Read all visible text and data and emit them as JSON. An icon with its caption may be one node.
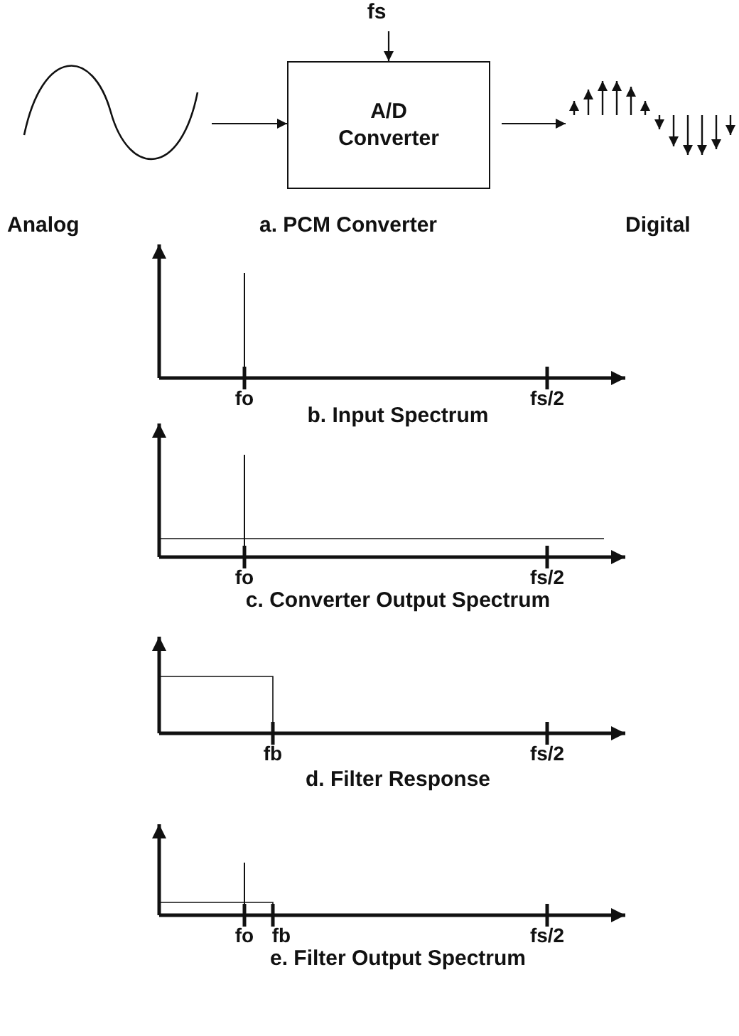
{
  "diagram": {
    "nodes": [
      {
        "text": [],
        "shape": "picture",
        "beside": [
          "Analog"
        ]
      },
      {
        "text": [
          "fs"
        ]
      },
      {
        "text": [
          "A/D Converter"
        ]
      },
      {
        "text": [],
        "shape": "picture",
        "beside": [
          "Digital"
        ]
      }
    ],
    "edges": [
      {
        "from": 0,
        "to": 2,
        "arrow": "to"
      },
      {
        "from": 1,
        "to": 2,
        "arrow": "to"
      },
      {
        "from": 2,
        "to": 3,
        "arrow": "to"
      }
    ],
    "labels": [
      "a. PCM Converter",
      "fo",
      "fs/2",
      "b. Input Spectrum",
      "fo",
      "fs/2",
      "c. Converter Output Spectrum",
      "fb",
      "fs/2",
      "d. Filter Response",
      "fo",
      "fb",
      "fs/2",
      "e. Filter Output Spectrum"
    ]
  }
}
